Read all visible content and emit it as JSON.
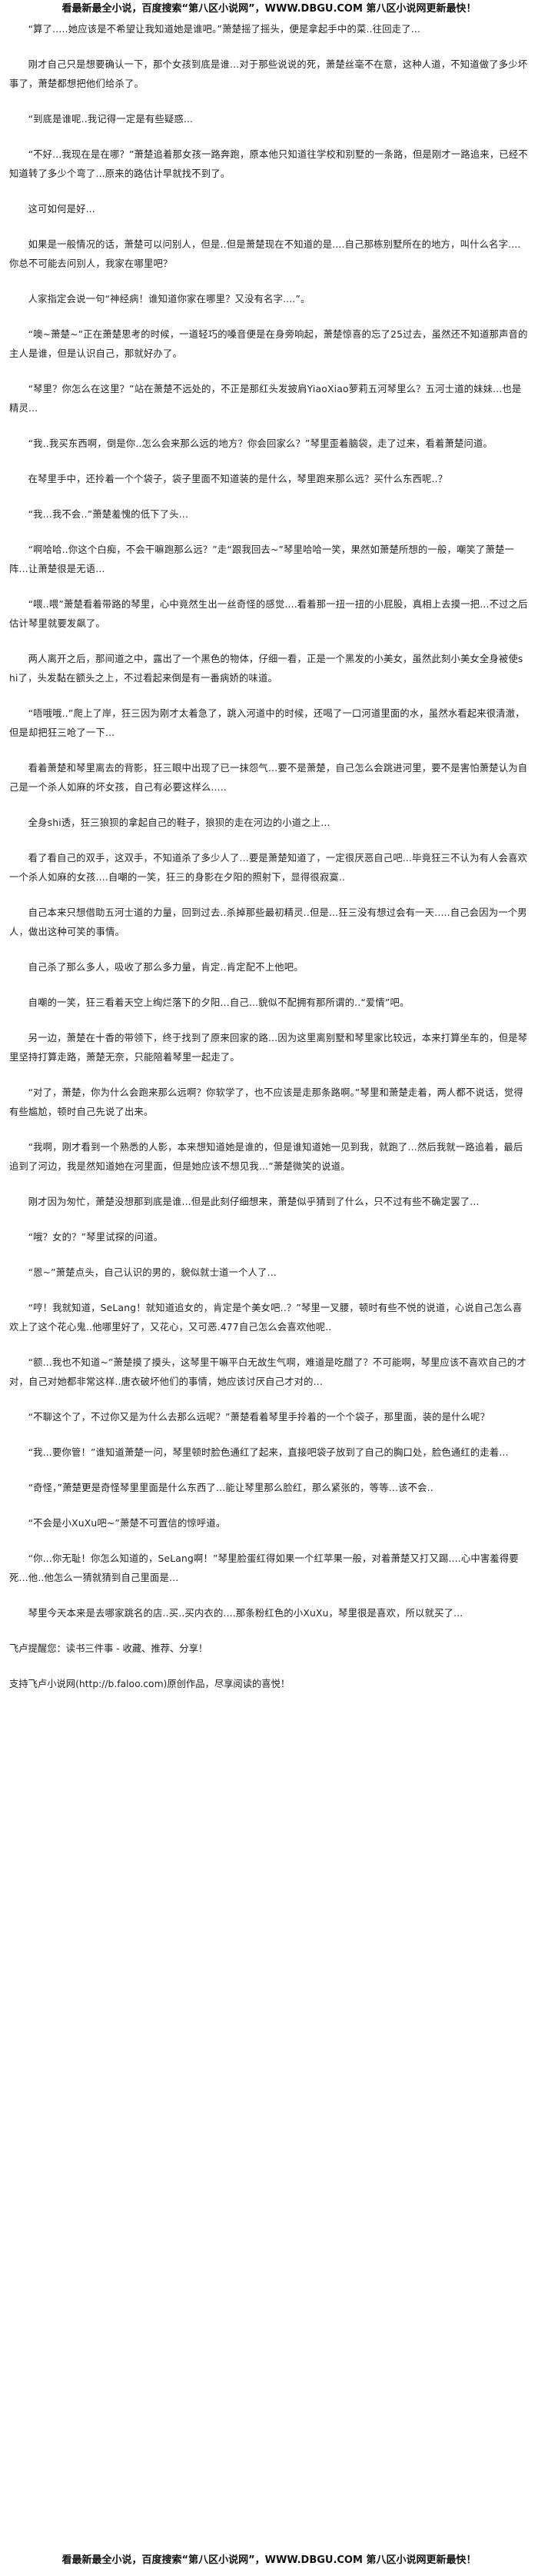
{
  "banner_text": "看最新最全小说，百度搜索“第八区小说网”，WWW.DBGU.COM 第八区小说网更新最快！",
  "paragraphs": [
    "“算了.....她应该是不希望让我知道她是谁吧。”萧楚摇了摇头，便是拿起手中的菜..往回走了...",
    "刚才自己只是想要确认一下，那个女孩到底是谁...对于那些说说的死，萧楚丝毫不在意，这种人道，不知道做了多少坏事了，萧楚都想把他们给杀了。",
    "“到底是谁呢..我记得一定是有些疑惑...",
    "“不好...我现在是在哪？”萧楚追着那女孩一路奔跑，原本他只知道往学校和别墅的一条路，但是刚才一路追来，已经不知道转了多少个弯了...原来的路估计早就找不到了。",
    "这可如何是好...",
    "如果是一般情况的话，萧楚可以问别人，但是..但是萧楚现在不知道的是....自己那栋别墅所在的地方，叫什么名字....你总不可能去问别人，我家在哪里吧？",
    "人家指定会说一句“神经病！谁知道你家在哪里？又没有名字....”。",
    "“噢~萧楚~”正在萧楚思考的时候，一道轻巧的嗓音便是在身旁响起，萧楚惊喜的忘了25过去，虽然还不知道那声音的主人是谁，但是认识自己，那就好办了。",
    "“琴里？你怎么在这里？”站在萧楚不远处的，不正是那红头发披肩YiaoXiao萝莉五河琴里么？五河士道的妹妹...也是精灵...",
    "“我..我买东西啊，倒是你..怎么会来那么远的地方？你会回家么？”琴里歪着脑袋，走了过来，看着萧楚问道。",
    "在琴里手中，还拎着一个个袋子，袋子里面不知道装的是什么，琴里跑来那么远？买什么东西呢..？",
    "“我...我不会..”萧楚羞愧的低下了头...",
    "“啊哈哈..你这个白痴，不会干嘛跑那么远？”走“跟我回去~”琴里哈哈一笑，果然如萧楚所想的一般，嘲笑了萧楚一阵...让萧楚很是无语...",
    "“喂..喂”萧楚看着带路的琴里，心中竟然生出一丝奇怪的感觉....看着那一扭一扭的小屁股，真相上去摸一把...不过之后估计琴里就要发飙了。",
    "两人离开之后，那间道之中，露出了一个黑色的物体，仔细一看，正是一个黑发的小美女，虽然此刻小美女全身被使shi了，头发黏在额头之上，不过看起来倒是有一番病娇的味道。",
    "“唔哦哦..”爬上了岸，狂三因为刚才太着急了，跳入河道中的时候，还喝了一口河道里面的水，虽然水看起来很清澈，但是却把狂三呛了一下...",
    "看着萧楚和琴里离去的背影，狂三眼中出现了已一抹怨气...要不是萧楚，自己怎么会跳进河里，要不是害怕萧楚认为自己是一个杀人如麻的坏女孩，自己有必要这样么.....",
    "全身shi透，狂三狼狈的拿起自己的鞋子，狼狈的走在河边的小道之上...",
    "看了看自己的双手，这双手，不知道杀了多少人了...要是萧楚知道了，一定很厌恶自己吧...毕竟狂三不认为有人会喜欢一个杀人如麻的女孩....自嘲的一笑，狂三的身影在夕阳的照射下，显得很寂寞..",
    "自己本来只想借助五河士道的力量，回到过去..杀掉那些最初精灵..但是...狂三没有想过会有一天.....自己会因为一个男人，做出这种可笑的事情。",
    "自己杀了那么多人，吸收了那么多力量，肯定..肯定配不上他吧。",
    "自嘲的一笑，狂三看着天空上绚烂落下的夕阳...自己...貌似不配拥有那所谓的..“爱情”吧。",
    "另一边，萧楚在十香的带领下，终于找到了原来回家的路...因为这里离别墅和琴里家比较远，本来打算坐车的，但是琴里坚持打算走路，萧楚无奈，只能陪着琴里一起走了。",
    "“对了，萧楚，你为什么会跑来那么远啊？你软学了，也不应该是走那条路啊。”琴里和萧楚走着，两人都不说话，觉得有些尴尬，顿时自己先说了出来。",
    "“我啊，刚才看到一个熟悉的人影，本来想知道她是谁的，但是谁知道她一见到我，就跑了...然后我就一路追着，最后追到了河边，我是然知道她在河里面，但是她应该不想见我...”萧楚微笑的说道。",
    "刚才因为匆忙，萧楚没想那到底是谁...但是此刻仔细想来，萧楚似乎猜到了什么，只不过有些不确定罢了...",
    "“哦？女的？”琴里试探的问道。",
    "“恩~”萧楚点头，自己认识的男的，貌似就士道一个人了...",
    "“哼！我就知道，SeLang！就知道追女的，肯定是个美女吧..？”琴里一叉腰，顿时有些不悦的说道，心说自己怎么喜欢上了这个花心鬼..他哪里好了，又花心，又可恶.477自己怎么会喜欢他呢..",
    "“额...我也不知道~”萧楚摸了摸头，这琴里干嘛平白无故生气啊，难道是吃醋了？不可能啊，琴里应该不喜欢自己的才对，自己对她都非常这样..唐衣破坏他们的事情，她应该讨厌自己才对的...",
    "“不聊这个了，不过你又是为什么去那么远呢？”萧楚看着琴里手拎着的一个个袋子，那里面，装的是什么呢？",
    "“我...要你管！”谁知道萧楚一问，琴里顿时脸色通红了起来，直接吧袋子放到了自己的胸口处，脸色通红的走着...",
    "“奇怪，”萧楚更是奇怪琴里里面是什么东西了...能让琴里那么脸红，那么紧张的，等等...该不会..",
    "“不会是小XuXu吧~”萧楚不可置信的惊呼道。",
    "“你...你无耻！你怎么知道的，SeLang啊！”琴里脸蛋红得如果一个红苹果一般，对着萧楚又打又踢....心中害羞得要死...他..他怎么一猜就猜到自己里面是...",
    "琴里今天本来是去哪家跳名的店..买..买内衣的....那条粉红色的小XuXu，琴里很是喜欢，所以就买了..."
  ],
  "footer_line1": "飞卢提醒您：读书三件事 - 收藏、推荐、分享！",
  "footer_line2": "支持飞卢小说网(http://b.faloo.com)原创作品，尽享阅读的喜悦！"
}
